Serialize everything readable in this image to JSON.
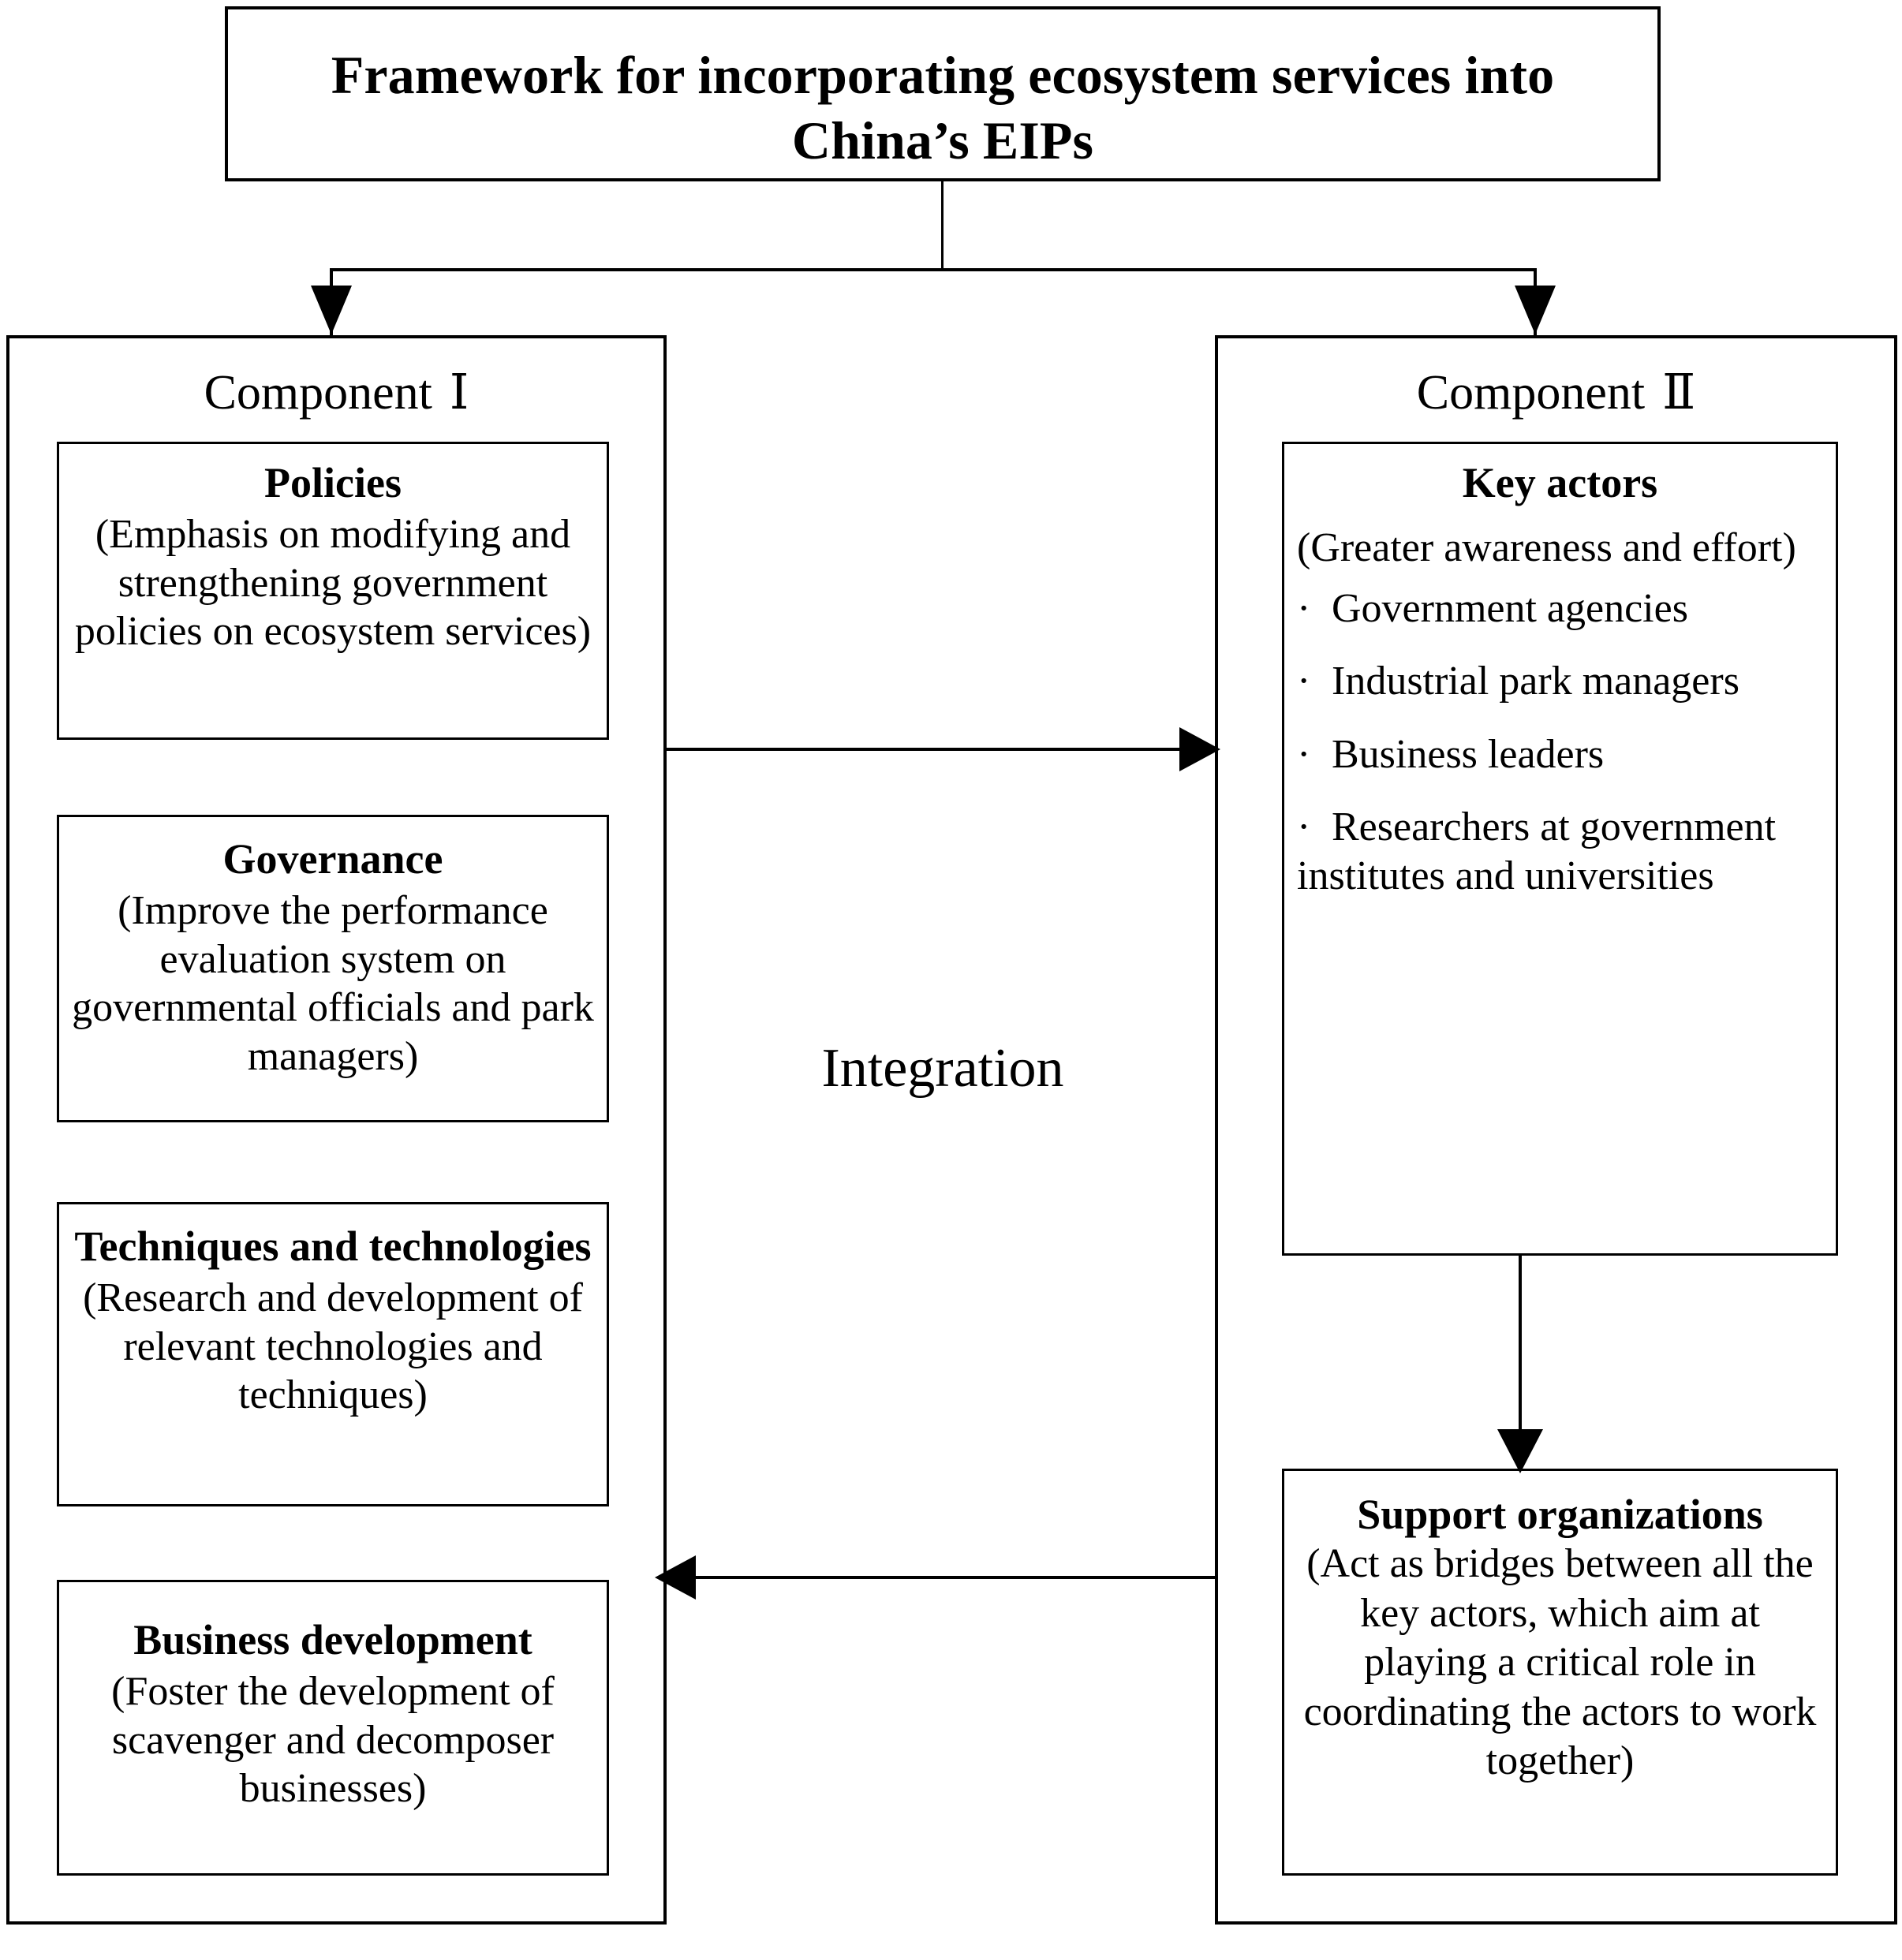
{
  "title": {
    "line1": "Framework for incorporating ecosystem services into",
    "line2": "China’s EIPs"
  },
  "components": {
    "left": {
      "label": "Component",
      "numeral": "Ⅰ",
      "cards": [
        {
          "heading": "Policies",
          "body": "(Emphasis on modifying and strengthening government policies on ecosystem services)"
        },
        {
          "heading": "Governance",
          "body": "(Improve the performance evaluation system on governmental officials and park managers)"
        },
        {
          "heading": "Techniques and technologies",
          "body": "(Research and development of relevant technologies and techniques)"
        },
        {
          "heading": "Business development",
          "body": "(Foster the development of scavenger and decomposer businesses)"
        }
      ]
    },
    "right": {
      "label": "Component",
      "numeral": "Ⅱ",
      "actors": {
        "heading": "Key actors",
        "lead": "(Greater awareness and effort)",
        "bullet_glyph": "·",
        "items": [
          "Government agencies",
          "Industrial park managers",
          "Business leaders",
          "Researchers at government institutes and universities"
        ]
      },
      "support": {
        "heading": "Support organizations",
        "body": "(Act as bridges between all the key actors, which aim at playing a critical role in coordinating the actors to work together)"
      }
    }
  },
  "integration": {
    "label": "Integration"
  },
  "colors": {
    "stroke": "#000000",
    "background": "#ffffff"
  }
}
